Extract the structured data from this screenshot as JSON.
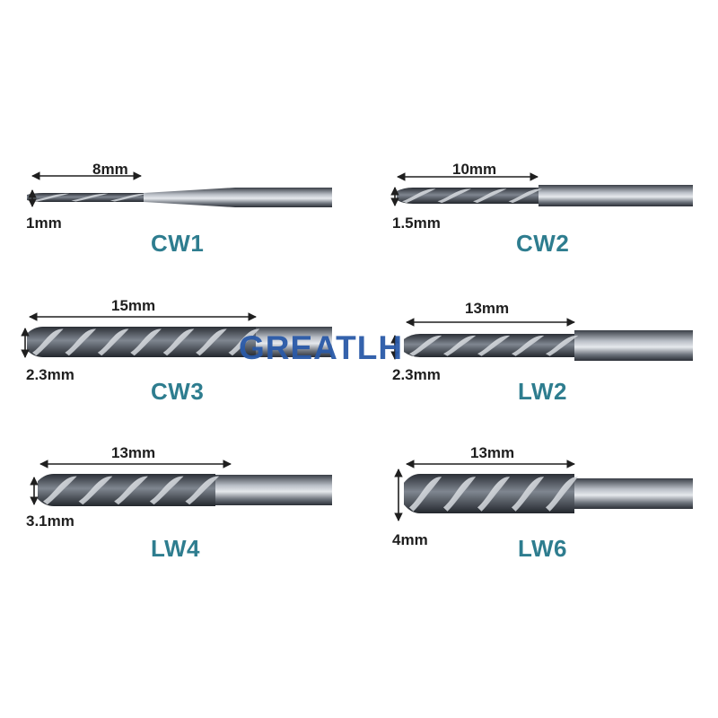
{
  "watermark": "GREATLH",
  "colors": {
    "code_text": "#2e7d8f",
    "watermark": "#2a5aa8",
    "label_text": "#1f1f1f",
    "steel_dark": "#2b2f36",
    "steel_light": "#c9ced6"
  },
  "bits": [
    {
      "code": "CW1",
      "length": "8mm",
      "diameter": "1mm"
    },
    {
      "code": "CW2",
      "length": "10mm",
      "diameter": "1.5mm"
    },
    {
      "code": "CW3",
      "length": "15mm",
      "diameter": "2.3mm"
    },
    {
      "code": "LW2",
      "length": "13mm",
      "diameter": "2.3mm"
    },
    {
      "code": "LW4",
      "length": "13mm",
      "diameter": "3.1mm"
    },
    {
      "code": "LW6",
      "length": "13mm",
      "diameter": "4mm"
    }
  ]
}
